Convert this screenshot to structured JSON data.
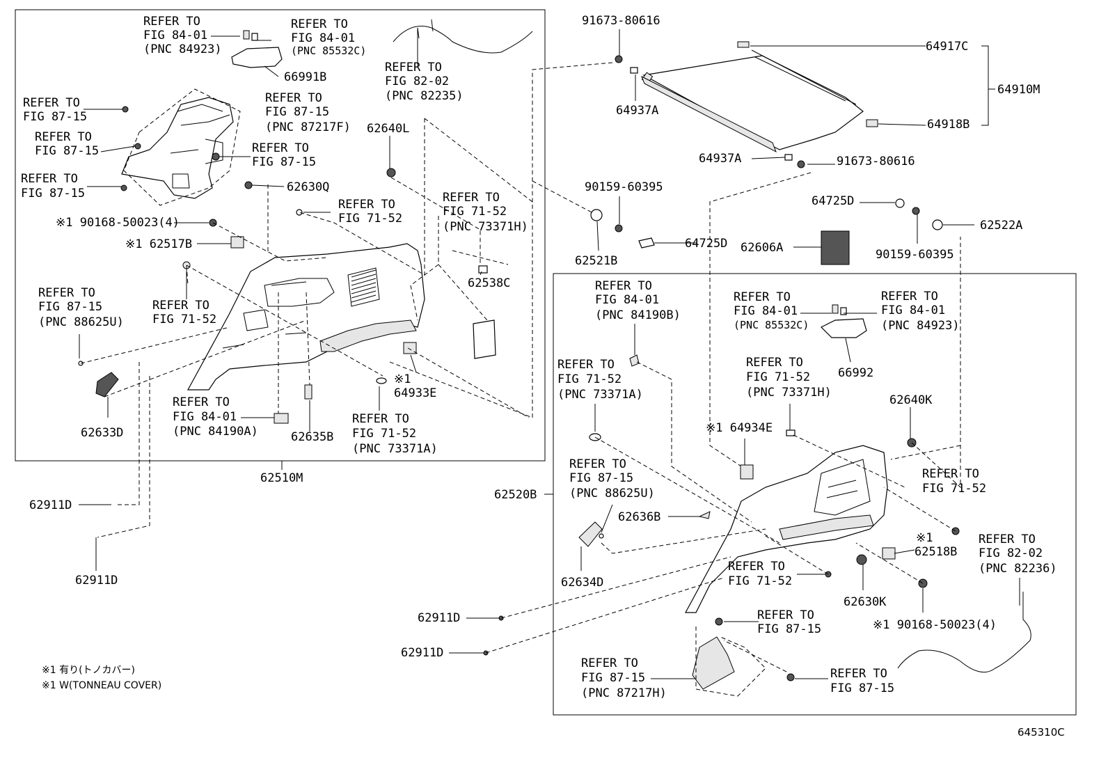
{
  "callouts": {
    "c01": "REFER TO",
    "c02": "FIG 84-01",
    "c03": "(PNC 84923)",
    "c04": "REFER TO",
    "c05": "FIG 84-01",
    "c06": "(PNC 85532C)",
    "c07": "66991B",
    "c08": "REFER TO",
    "c09": "FIG 82-02",
    "c10": "(PNC 82235)",
    "c11": "REFER TO",
    "c12": "FIG 87-15",
    "c13": "REFER TO",
    "c14": "FIG 87-15",
    "c15": "(PNC 87217F)",
    "c16": "REFER TO",
    "c17": "FIG 87-15",
    "c18": "REFER TO",
    "c19": "FIG 87-15",
    "c20": "REFER TO",
    "c21": "FIG 87-15",
    "c22": "62640L",
    "c23": "62630Q",
    "c24": "REFER TO",
    "c25": "FIG 71-52",
    "c26": "REFER TO",
    "c27": "FIG 71-52",
    "c28": "(PNC 73371H)",
    "c29": "※1 90168-50023(4)",
    "c30": "※1 62517B",
    "c31": "62538C",
    "c32": "REFER TO",
    "c33": "FIG 87-15",
    "c34": "(PNC 88625U)",
    "c35": "REFER TO",
    "c36": "FIG 71-52",
    "c37": "※1",
    "c38": "64933E",
    "c39": "REFER TO",
    "c40": "FIG 84-01",
    "c41": "(PNC 84190A)",
    "c42": "62633D",
    "c43": "62635B",
    "c44": "REFER TO",
    "c45": "FIG 71-52",
    "c46": "(PNC 73371A)",
    "c47": "62510M",
    "c48": "62911D",
    "c49": "62911D",
    "c50": "91673-80616",
    "c51": "64917C",
    "c52": "64910M",
    "c53": "64937A",
    "c54": "64918B",
    "c55": "64937A",
    "c56": "91673-80616",
    "c57": "90159-60395",
    "c58": "64725D",
    "c59": "62522A",
    "c60": "64725D",
    "c61": "62606A",
    "c62": "62521B",
    "c63": "90159-60395",
    "c64": "REFER TO",
    "c65": "FIG 84-01",
    "c66": "(PNC 84190B)",
    "c67": "REFER TO",
    "c68": "FIG 84-01",
    "c69": "(PNC 85532C)",
    "c70": "REFER TO",
    "c71": "FIG 84-01",
    "c72": "(PNC 84923)",
    "c73": "66992",
    "c74": "REFER TO",
    "c75": "FIG 71-52",
    "c76": "(PNC 73371A)",
    "c77": "REFER TO",
    "c78": "FIG 71-52",
    "c79": "(PNC 73371H)",
    "c80": "62640K",
    "c81": "※1 64934E",
    "c82": "62520B",
    "c83": "REFER TO",
    "c84": "FIG 87-15",
    "c85": "(PNC 88625U)",
    "c86": "62636B",
    "c87": "REFER TO",
    "c88": "FIG 71-52",
    "c89": "※1",
    "c90": "62518B",
    "c91": "REFER TO",
    "c92": "FIG 82-02",
    "c93": "(PNC 82236)",
    "c94": "62634D",
    "c95": "REFER TO",
    "c96": "FIG 71-52",
    "c97": "62630K",
    "c98": "※1 90168-50023(4)",
    "c99": "62911D",
    "c100": "62911D",
    "c101": "REFER TO",
    "c102": "FIG 87-15",
    "c103": "REFER TO",
    "c104": "FIG 87-15",
    "c105": "(PNC 87217H)",
    "c106": "REFER TO",
    "c107": "FIG 87-15"
  },
  "notes": {
    "n1": "※1 有り(トノカバー)",
    "n2": "※1 W(TONNEAU COVER)"
  },
  "figure_number": "645310C"
}
